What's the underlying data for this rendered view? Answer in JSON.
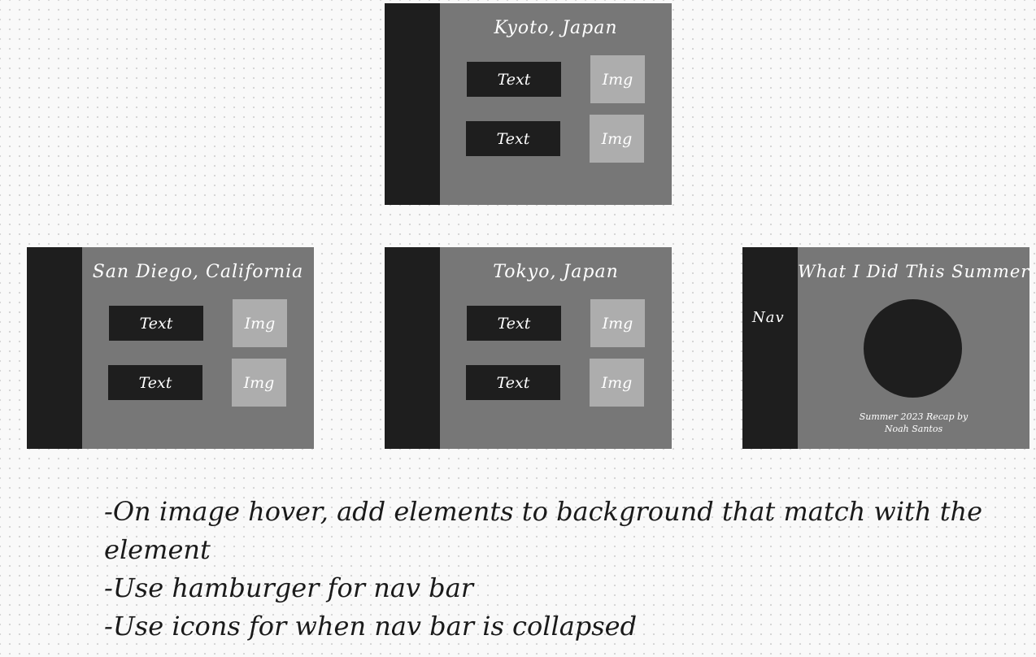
{
  "frames": [
    {
      "id": "kyoto",
      "title": "Kyoto, Japan",
      "rows": [
        {
          "text_label": "Text",
          "img_label": "Img"
        },
        {
          "text_label": "Text",
          "img_label": "Img"
        }
      ]
    },
    {
      "id": "san-diego",
      "title": "San Diego, California",
      "rows": [
        {
          "text_label": "Text",
          "img_label": "Img"
        },
        {
          "text_label": "Text",
          "img_label": "Img"
        }
      ]
    },
    {
      "id": "tokyo",
      "title": "Tokyo, Japan",
      "rows": [
        {
          "text_label": "Text",
          "img_label": "Img"
        },
        {
          "text_label": "Text",
          "img_label": "Img"
        }
      ]
    },
    {
      "id": "home",
      "title": "What I Did This Summer",
      "nav_label": "Nav",
      "recap_line1": "Summer 2023 Recap by",
      "recap_line2": "Noah Santos"
    }
  ],
  "notes": [
    "-On image hover, add elements to background that match with the element",
    "-Use hamburger for nav bar",
    "-Use icons for when nav bar is collapsed"
  ],
  "colors": {
    "canvas": "#f9f9f9",
    "frame": "#777777",
    "dark_block": "#1e1e1e",
    "image_block": "#adadad",
    "note_text": "#1a1a1a"
  }
}
